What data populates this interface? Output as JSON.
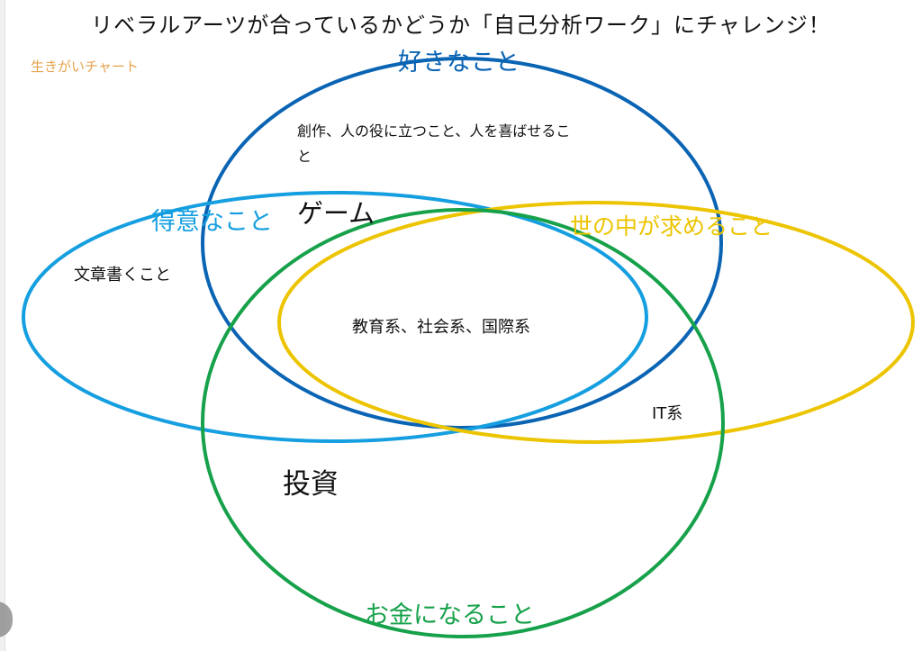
{
  "page": {
    "title": "リベラルアーツが合っているかどうか「自己分析ワーク」にチャレンジ！",
    "subtitle": "生きがいチャート"
  },
  "colors": {
    "like": "#0A64B4",
    "good_at": "#159FE0",
    "world_needs": "#ECC400",
    "paid_for": "#16A14A",
    "subtitle": "#E6A24C",
    "text": "#111111"
  },
  "circles": {
    "like": {
      "label": "好きなこと"
    },
    "good_at": {
      "label": "得意なこと"
    },
    "world_needs": {
      "label": "世の中が求めること"
    },
    "paid_for": {
      "label": "お金になること"
    }
  },
  "notes": {
    "like_line1": "創作、人の役に立つこと、人を喜ばせるこ",
    "like_line2": "と",
    "game": "ゲーム",
    "good_at_item": "文章書くこと",
    "center": "教育系、社会系、国際系",
    "it": "IT系",
    "invest": "投資"
  }
}
